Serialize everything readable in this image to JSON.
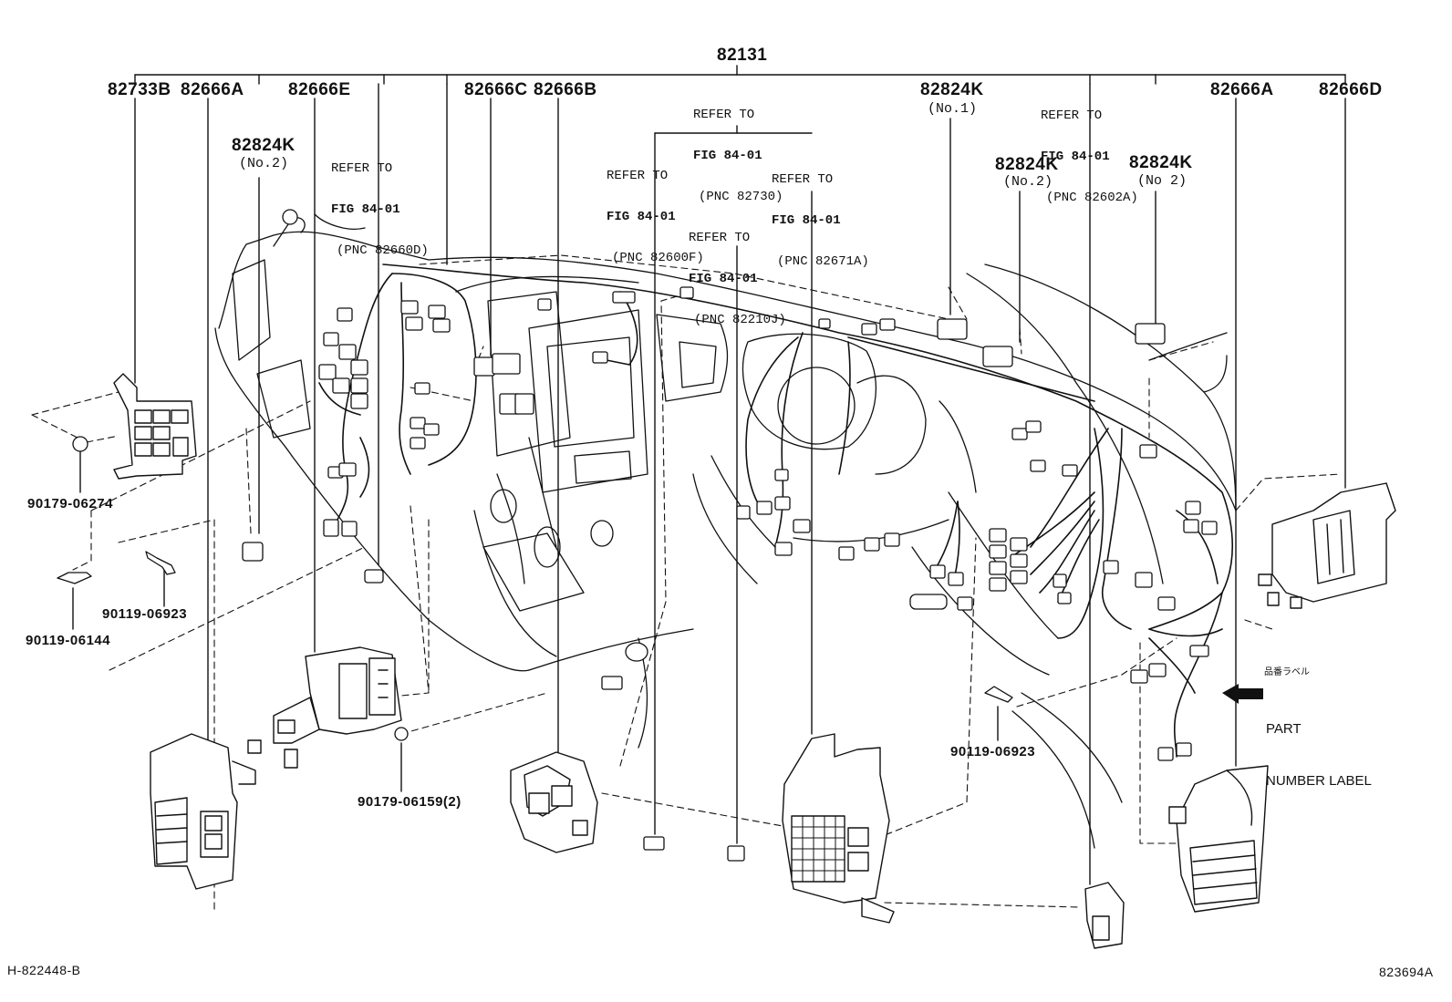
{
  "title_part": "82131",
  "parts": {
    "p82733B": "82733B",
    "p82666A_left": "82666A",
    "p82666E": "82666E",
    "p82666C": "82666C",
    "p82666B": "82666B",
    "p82824K_no1": "82824K",
    "p82666A_right": "82666A",
    "p82666D": "82666D",
    "p82824K_left": "82824K",
    "p82824K_mid": "82824K",
    "p82824K_right": "82824K"
  },
  "sublabels": {
    "no2_left": "(No.2)",
    "no1": "(No.1)",
    "no2_mid": "(No.2)",
    "no2_right": "(No 2)"
  },
  "refs": {
    "ref_82660D": {
      "l1": "REFER TO",
      "l2": "FIG 84-01",
      "l3": "(PNC 82660D)"
    },
    "ref_82730": {
      "l1": "REFER TO",
      "l2": "FIG 84-01",
      "l3": "(PNC 82730)"
    },
    "ref_82600F": {
      "l1": "REFER TO",
      "l2": "FIG 84-01",
      "l3": "(PNC 82600F)"
    },
    "ref_82671A": {
      "l1": "REFER TO",
      "l2": "FIG 84-01",
      "l3": "(PNC 82671A)"
    },
    "ref_82210J": {
      "l1": "REFER TO",
      "l2": "FIG 84-01",
      "l3": "(PNC 82210J)"
    },
    "ref_82602A": {
      "l1": "REFER TO",
      "l2": "FIG 84-01",
      "l3": "(PNC 82602A)"
    }
  },
  "bolts": {
    "b06274": "90179-06274",
    "b06923_left": "90119-06923",
    "b06144": "90119-06144",
    "b06159": "90179-06159(2)",
    "b06923_right": "90119-06923"
  },
  "part_label": {
    "jp": "品番ラベル",
    "line1": "PART",
    "line2": "NUMBER LABEL"
  },
  "footer": {
    "left_code": "H-822448-B",
    "right_code": "823694A"
  }
}
